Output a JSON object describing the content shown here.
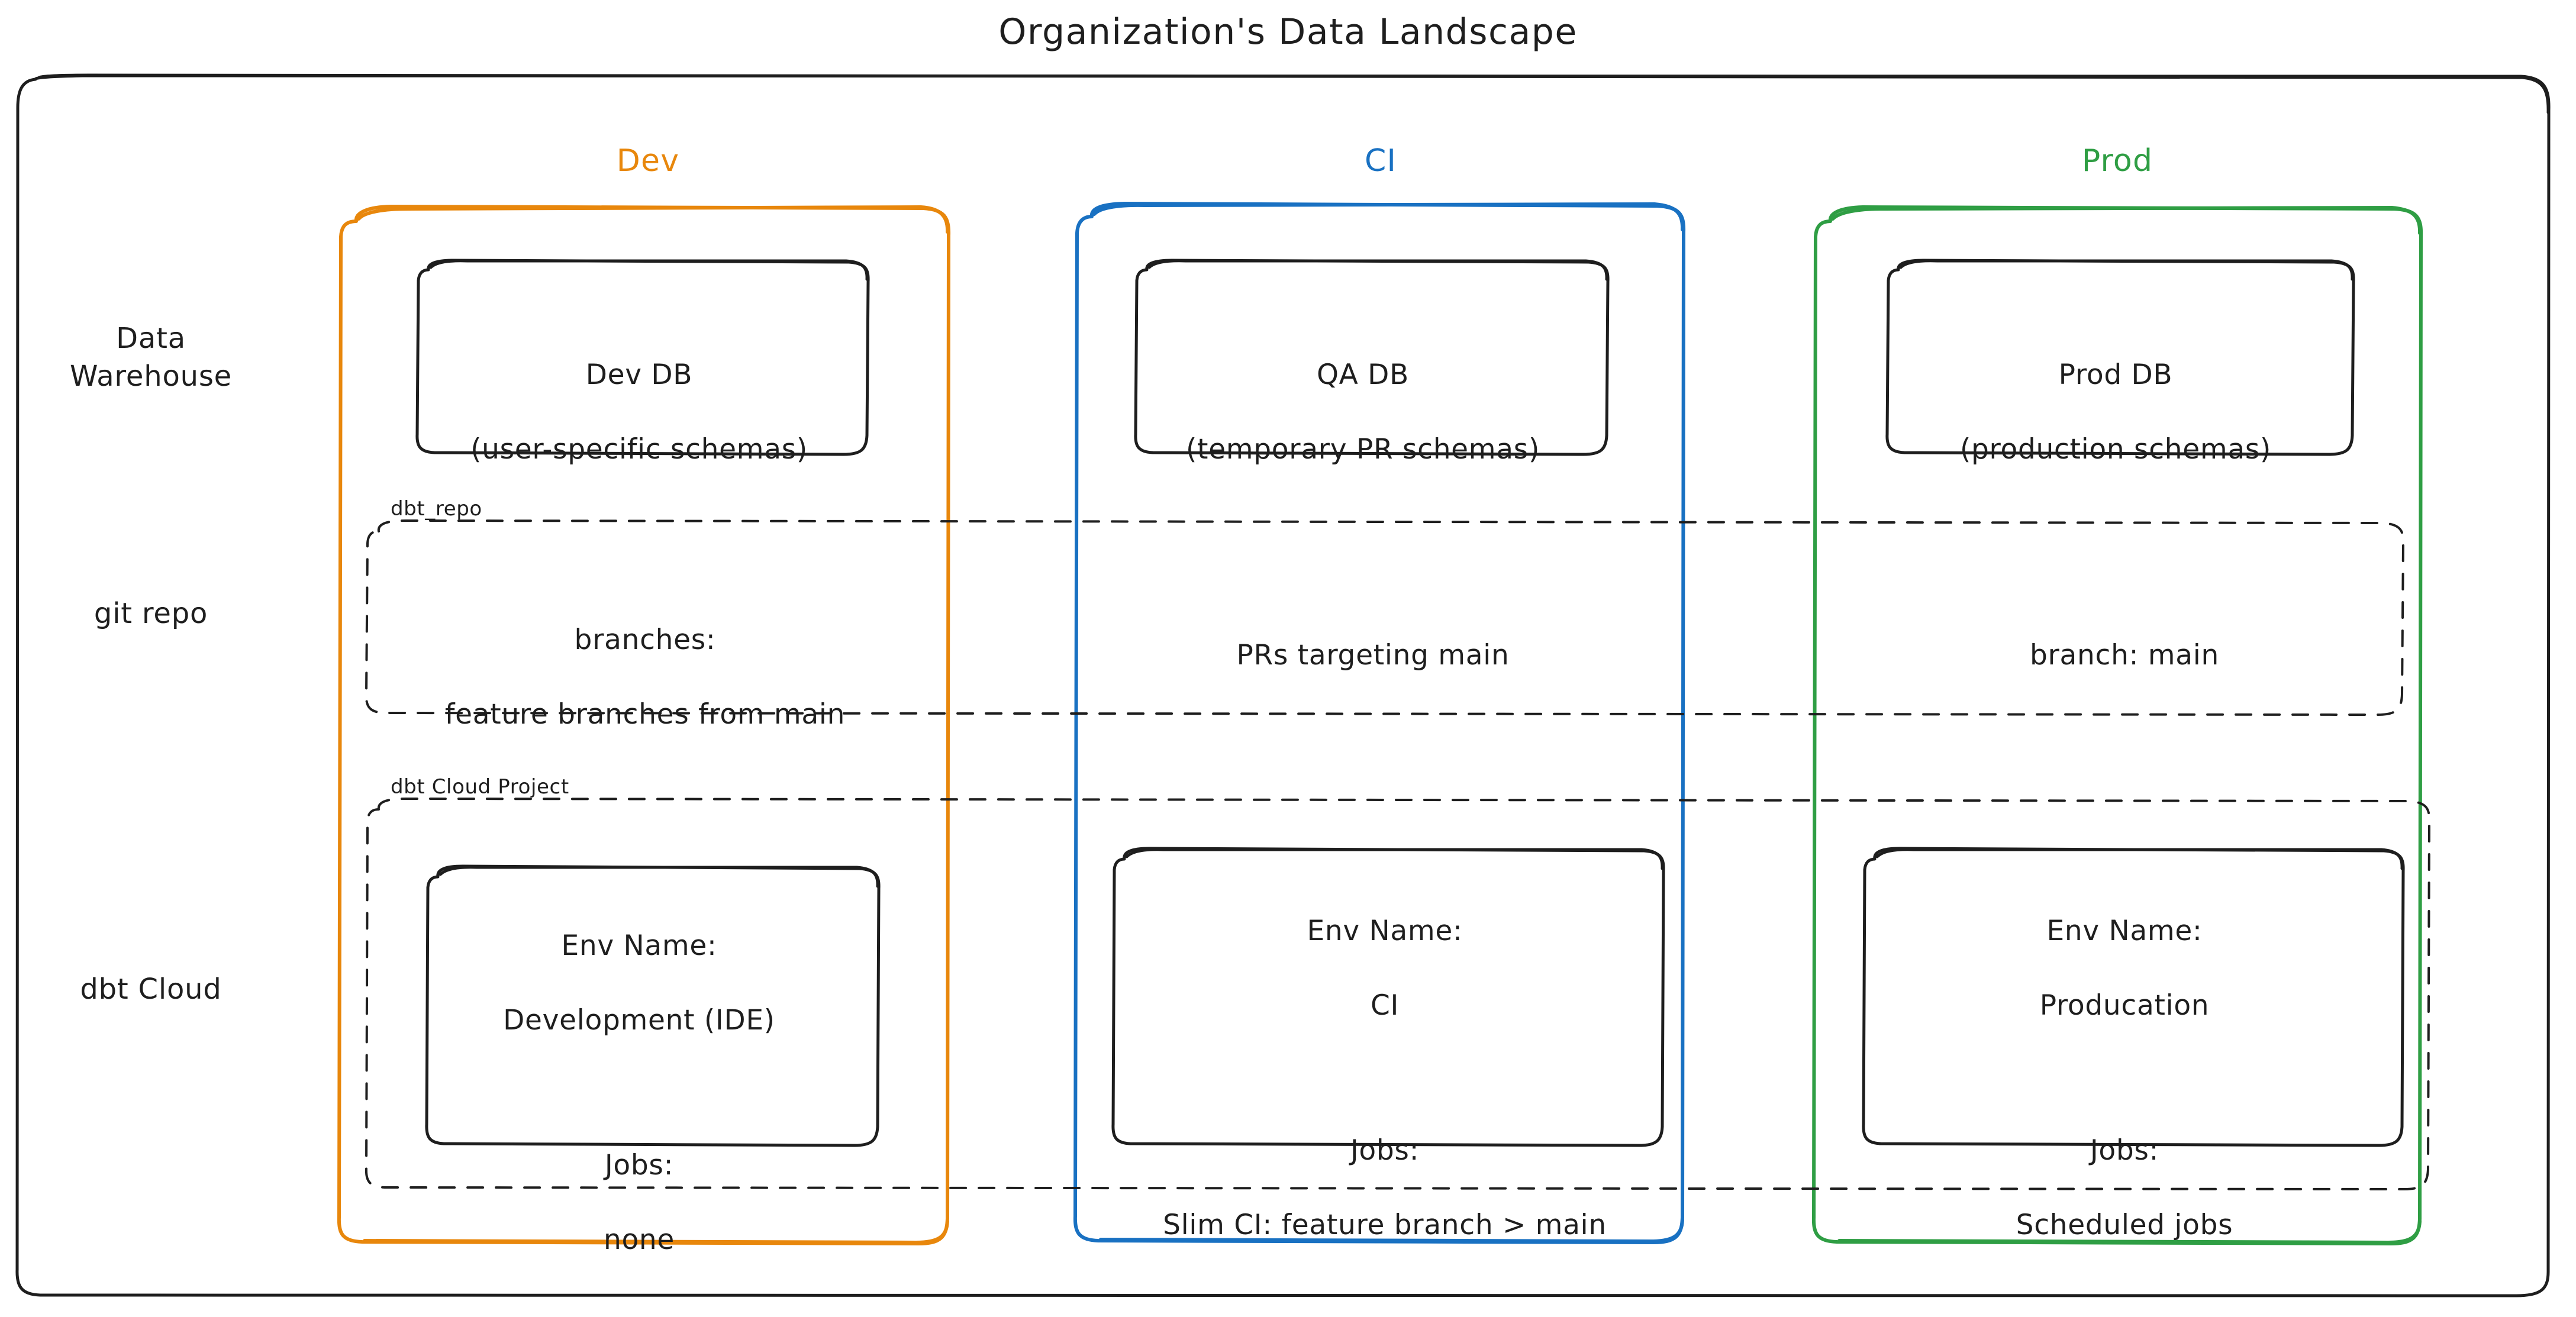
{
  "diagram": {
    "title": "Organization's Data Landscape",
    "type": "architecture-diagram",
    "background": "#ffffff",
    "stroke_color": "#1e1e1e",
    "colors": {
      "dev": "#e8870c",
      "ci": "#1971c2",
      "prod": "#2f9e44",
      "default": "#1e1e1e"
    }
  },
  "columns": [
    {
      "key": "dev",
      "label": "Dev",
      "color": "#e8870c"
    },
    {
      "key": "ci",
      "label": "CI",
      "color": "#1971c2"
    },
    {
      "key": "prod",
      "label": "Prod",
      "color": "#2f9e44"
    }
  ],
  "rows": [
    {
      "key": "warehouse",
      "label": "Data\nWarehouse"
    },
    {
      "key": "git",
      "label": "git repo"
    },
    {
      "key": "dbtcloud",
      "label": "dbt Cloud"
    }
  ],
  "groups": [
    {
      "key": "dbt_repo",
      "label": "dbt_repo",
      "style": "dashed"
    },
    {
      "key": "dbt_cloud",
      "label": "dbt Cloud Project",
      "style": "dashed"
    }
  ],
  "cells": {
    "warehouse": {
      "dev": {
        "title": "Dev DB",
        "detail": "(user-specific schemas)"
      },
      "ci": {
        "title": "QA DB",
        "detail": "(temporary PR schemas)"
      },
      "prod": {
        "title": "Prod DB",
        "detail": "(production schemas)"
      }
    },
    "git": {
      "dev": {
        "line1": "branches:",
        "line2": "feature branches from main"
      },
      "ci": {
        "line1": "PRs targeting main",
        "line2": ""
      },
      "prod": {
        "line1": "branch: main",
        "line2": ""
      }
    },
    "dbtcloud": {
      "dev": {
        "env_name_label": "Env Name:",
        "env_name_value": "Development (IDE)",
        "jobs_label": "Jobs:",
        "jobs_value": "none"
      },
      "ci": {
        "env_name_label": "Env Name:",
        "env_name_value": "CI",
        "jobs_label": "Jobs:",
        "jobs_value": "Slim CI: feature branch > main"
      },
      "prod": {
        "env_name_label": "Env Name:",
        "env_name_value": "Producation",
        "jobs_label": "Jobs:",
        "jobs_value": "Scheduled jobs"
      }
    }
  }
}
